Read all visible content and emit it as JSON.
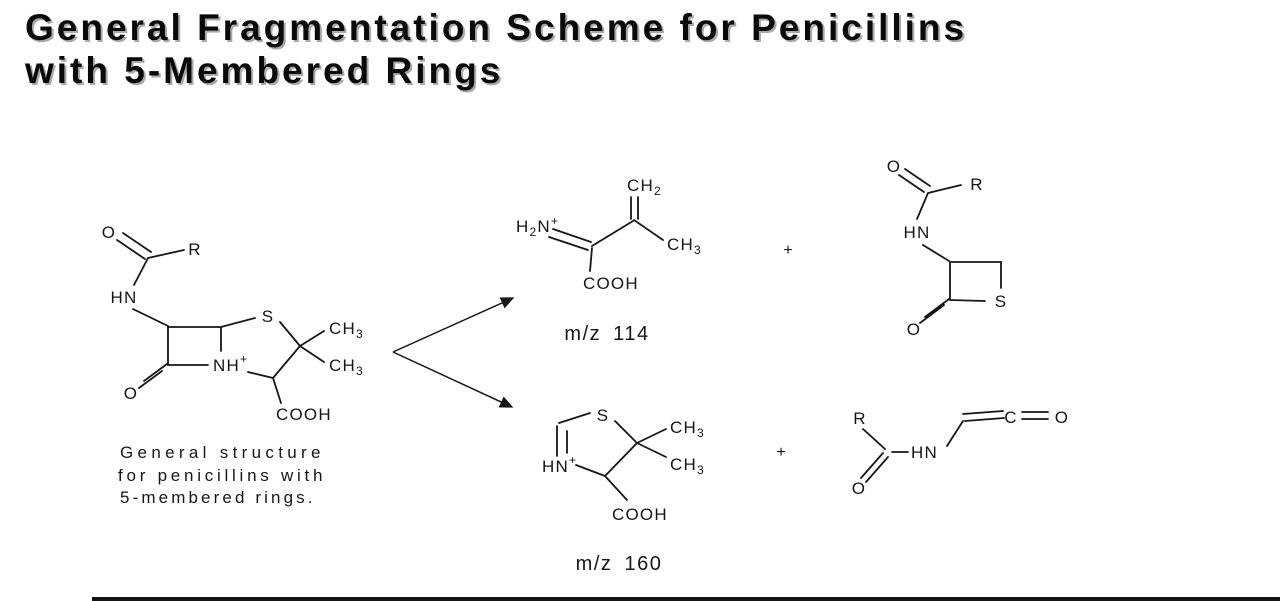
{
  "title": {
    "line1": "General Fragmentation Scheme for Penicillins",
    "line2": "with 5-Membered Rings"
  },
  "colors": {
    "ink": "#161616",
    "title_shadow": "#a9a9a9",
    "background": "#ffffff"
  },
  "parent": {
    "caption": {
      "line1": "General structure",
      "line2": "for penicillins with",
      "line3": "5-membered rings."
    },
    "atoms": {
      "amide_o": "O",
      "r_group": "R",
      "amide_hn": "HN",
      "ring_s": "S",
      "methyl_top": "CH",
      "methyl_top_sub": "3",
      "methyl_bottom": "CH",
      "methyl_bottom_sub": "3",
      "ring_nh": "NH",
      "ring_nh_charge": "+",
      "lactam_o": "O",
      "cooh": "COOH"
    }
  },
  "fragment_114": {
    "mz_label": "m/z 114",
    "atoms": {
      "amine_h": "H",
      "amine_h_sub": "2",
      "amine_n": "N",
      "amine_charge": "+",
      "methylene": "CH",
      "methylene_sub": "2",
      "methyl": "CH",
      "methyl_sub": "3",
      "cooh": "COOH"
    }
  },
  "fragment_thietanone": {
    "plus": "+",
    "atoms": {
      "amide_o": "O",
      "r_group": "R",
      "amide_hn": "HN",
      "ring_s": "S",
      "ketone_o": "O"
    }
  },
  "fragment_160": {
    "mz_label": "m/z 160",
    "atoms": {
      "ring_s": "S",
      "ring_hn": "HN",
      "ring_hn_charge": "+",
      "methyl_top": "CH",
      "methyl_top_sub": "3",
      "methyl_bottom": "CH",
      "methyl_bottom_sub": "3",
      "cooh": "COOH"
    }
  },
  "fragment_ketene": {
    "plus": "+",
    "atoms": {
      "r_group": "R",
      "amide_o": "O",
      "amide_hn": "HN",
      "ketene_c": "C",
      "ketene_o": "O"
    }
  }
}
